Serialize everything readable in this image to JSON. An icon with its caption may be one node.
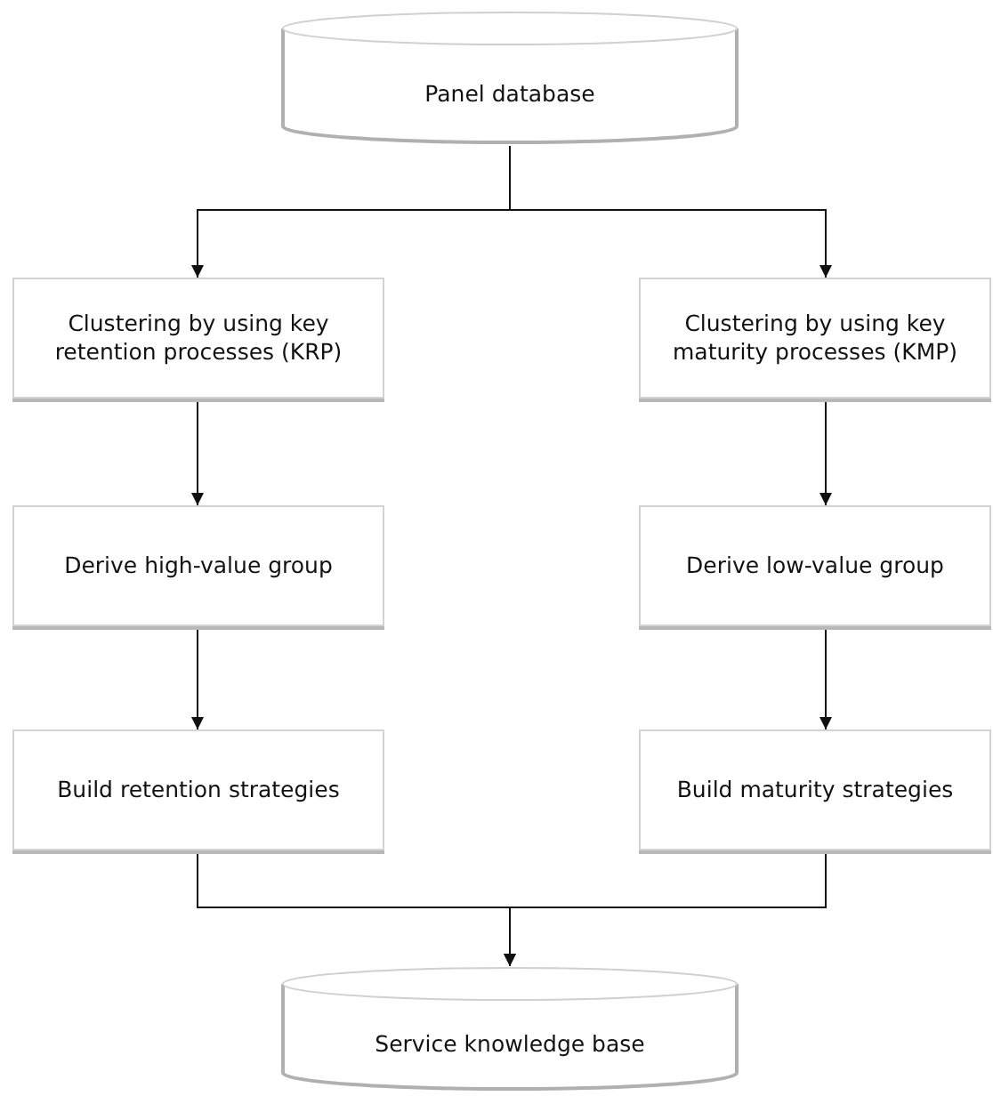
{
  "diagram": {
    "nodes": [
      {
        "text": [
          "Panel database"
        ]
      },
      {
        "text": [
          "Clustering by using key retention processes (KRP)"
        ]
      },
      {
        "text": [
          "Clustering by using key maturity processes (KMP)"
        ]
      },
      {
        "text": [
          "Derive high-value group"
        ]
      },
      {
        "text": [
          "Derive low-value group"
        ]
      },
      {
        "text": [
          "Build retention strategies"
        ]
      },
      {
        "text": [
          "Build maturity strategies"
        ]
      },
      {
        "text": [
          "Service knowledge base"
        ]
      }
    ],
    "edges": [
      {
        "from": 0,
        "to": 1,
        "arrow": "to"
      },
      {
        "from": 0,
        "to": 2,
        "arrow": "to"
      },
      {
        "from": 1,
        "to": 3,
        "arrow": "to"
      },
      {
        "from": 2,
        "to": 4,
        "arrow": "to"
      },
      {
        "from": 3,
        "to": 5,
        "arrow": "to"
      },
      {
        "from": 4,
        "to": 6,
        "arrow": "to"
      },
      {
        "from": 5,
        "to": 7,
        "arrow": "to"
      },
      {
        "from": 6,
        "to": 7,
        "arrow": "to"
      }
    ]
  }
}
